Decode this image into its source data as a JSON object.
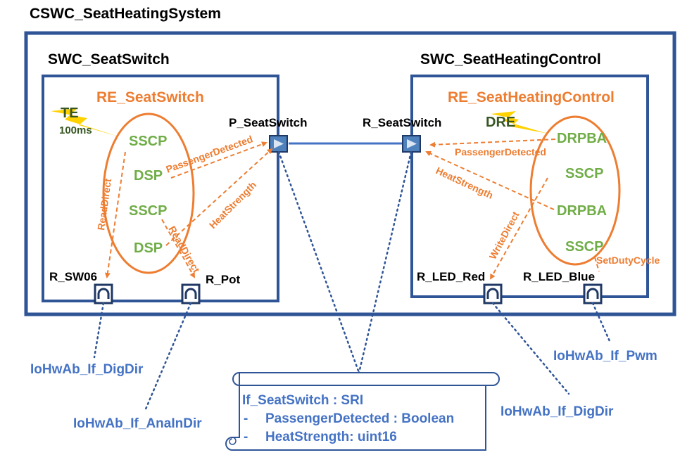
{
  "title": "CSWC_SeatHeatingSystem",
  "left_swc": {
    "name": "SWC_SeatSwitch",
    "runnable": "RE_SeatSwitch",
    "trigger": "TE",
    "period": "100ms",
    "items": [
      "SSCP",
      "DSP",
      "SSCP",
      "DSP"
    ],
    "ports": {
      "provide": "P_SeatSwitch",
      "sw": "R_SW06",
      "pot": "R_Pot"
    },
    "arrows": {
      "passenger": "PassengerDetected",
      "heat": "HeatStrength",
      "read1": "ReadDirect",
      "read2": "ReadDirect"
    }
  },
  "right_swc": {
    "name": "SWC_SeatHeatingControl",
    "runnable": "RE_SeatHeatingControl",
    "trigger": "DRE",
    "items": [
      "DRPBA",
      "SSCP",
      "DRPBA",
      "SSCP"
    ],
    "ports": {
      "require": "R_SeatSwitch",
      "led_red": "R_LED_Red",
      "led_blue": "R_LED_Blue"
    },
    "arrows": {
      "passenger": "PassengerDetected",
      "heat": "HeatStrength",
      "write": "WriteDirect",
      "duty": "SetDutyCycle"
    }
  },
  "iohwab": {
    "dig_left": "IoHwAb_If_DigDir",
    "ana": "IoHwAb_If_AnaInDir",
    "dig_right": "IoHwAb_If_DigDir",
    "pwm": "IoHwAb_If_Pwm"
  },
  "interface": {
    "title": "If_SeatSwitch : SRI",
    "elements": [
      {
        "dash": "-",
        "text": "PassengerDetected : Boolean"
      },
      {
        "dash": "-",
        "text": "HeatStrength: uint16"
      }
    ]
  },
  "colors": {
    "frame": "#2F5597",
    "orange": "#ED7D31",
    "green": "#70AD47",
    "blue_text": "#4472C4",
    "port_fill": "#4F81BD",
    "lightning": "#FFD200"
  }
}
